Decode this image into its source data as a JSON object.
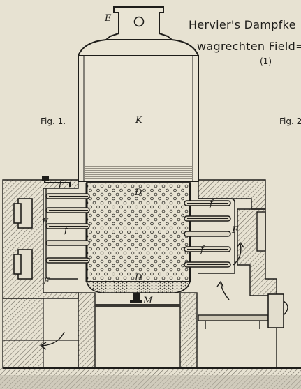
{
  "title": {
    "line1": "Hervier's Dampfke",
    "line2": "wagrechten Field=I",
    "plate": "(1)"
  },
  "figures": {
    "fig1": "Fig. 1.",
    "fig2": "Fig. 2"
  },
  "labels": {
    "E": "E",
    "K": "K",
    "D_top": "D",
    "D_bottom": "D",
    "M": "M",
    "f_left_1": "f",
    "f_left_2": "f",
    "F_left_1": "F",
    "F_left_2": "F",
    "f_right_1": "f",
    "F_right": "F",
    "f_right_2": "f"
  },
  "colors": {
    "paper": "#e7e2d2",
    "ink": "#1e1d1a",
    "hatch": "#6f6b60",
    "water": "#9c988b"
  }
}
